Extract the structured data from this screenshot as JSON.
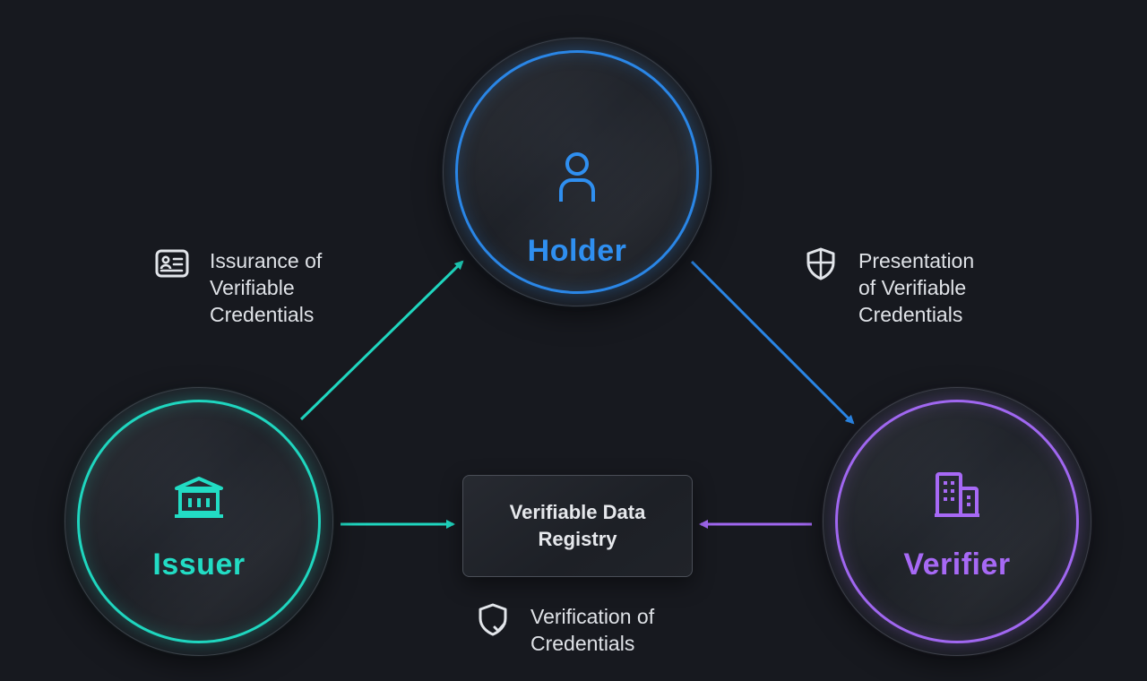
{
  "nodes": {
    "holder": {
      "title": "Holder",
      "icon": "person-icon",
      "color": "#2f8ff0"
    },
    "issuer": {
      "title": "Issuer",
      "icon": "bank-building-icon",
      "color": "#22dcc4"
    },
    "verifier": {
      "title": "Verifier",
      "icon": "office-building-icon",
      "color": "#a769f5"
    }
  },
  "registry": {
    "title": "Verifiable Data Registry"
  },
  "labels": {
    "issuance": {
      "text": "Issurance of\nVerifiable\nCredentials",
      "icon": "id-card-icon"
    },
    "presentation": {
      "text": "Presentation\nof Verifiable\nCredentials",
      "icon": "shield-cross-icon"
    },
    "verification": {
      "text": "Verification of\nCredentials",
      "icon": "shield-check-icon"
    }
  },
  "colors": {
    "background": "#17191f",
    "teal": "#1fd6bf",
    "blue": "#2a86e6",
    "purple": "#a067f0"
  }
}
